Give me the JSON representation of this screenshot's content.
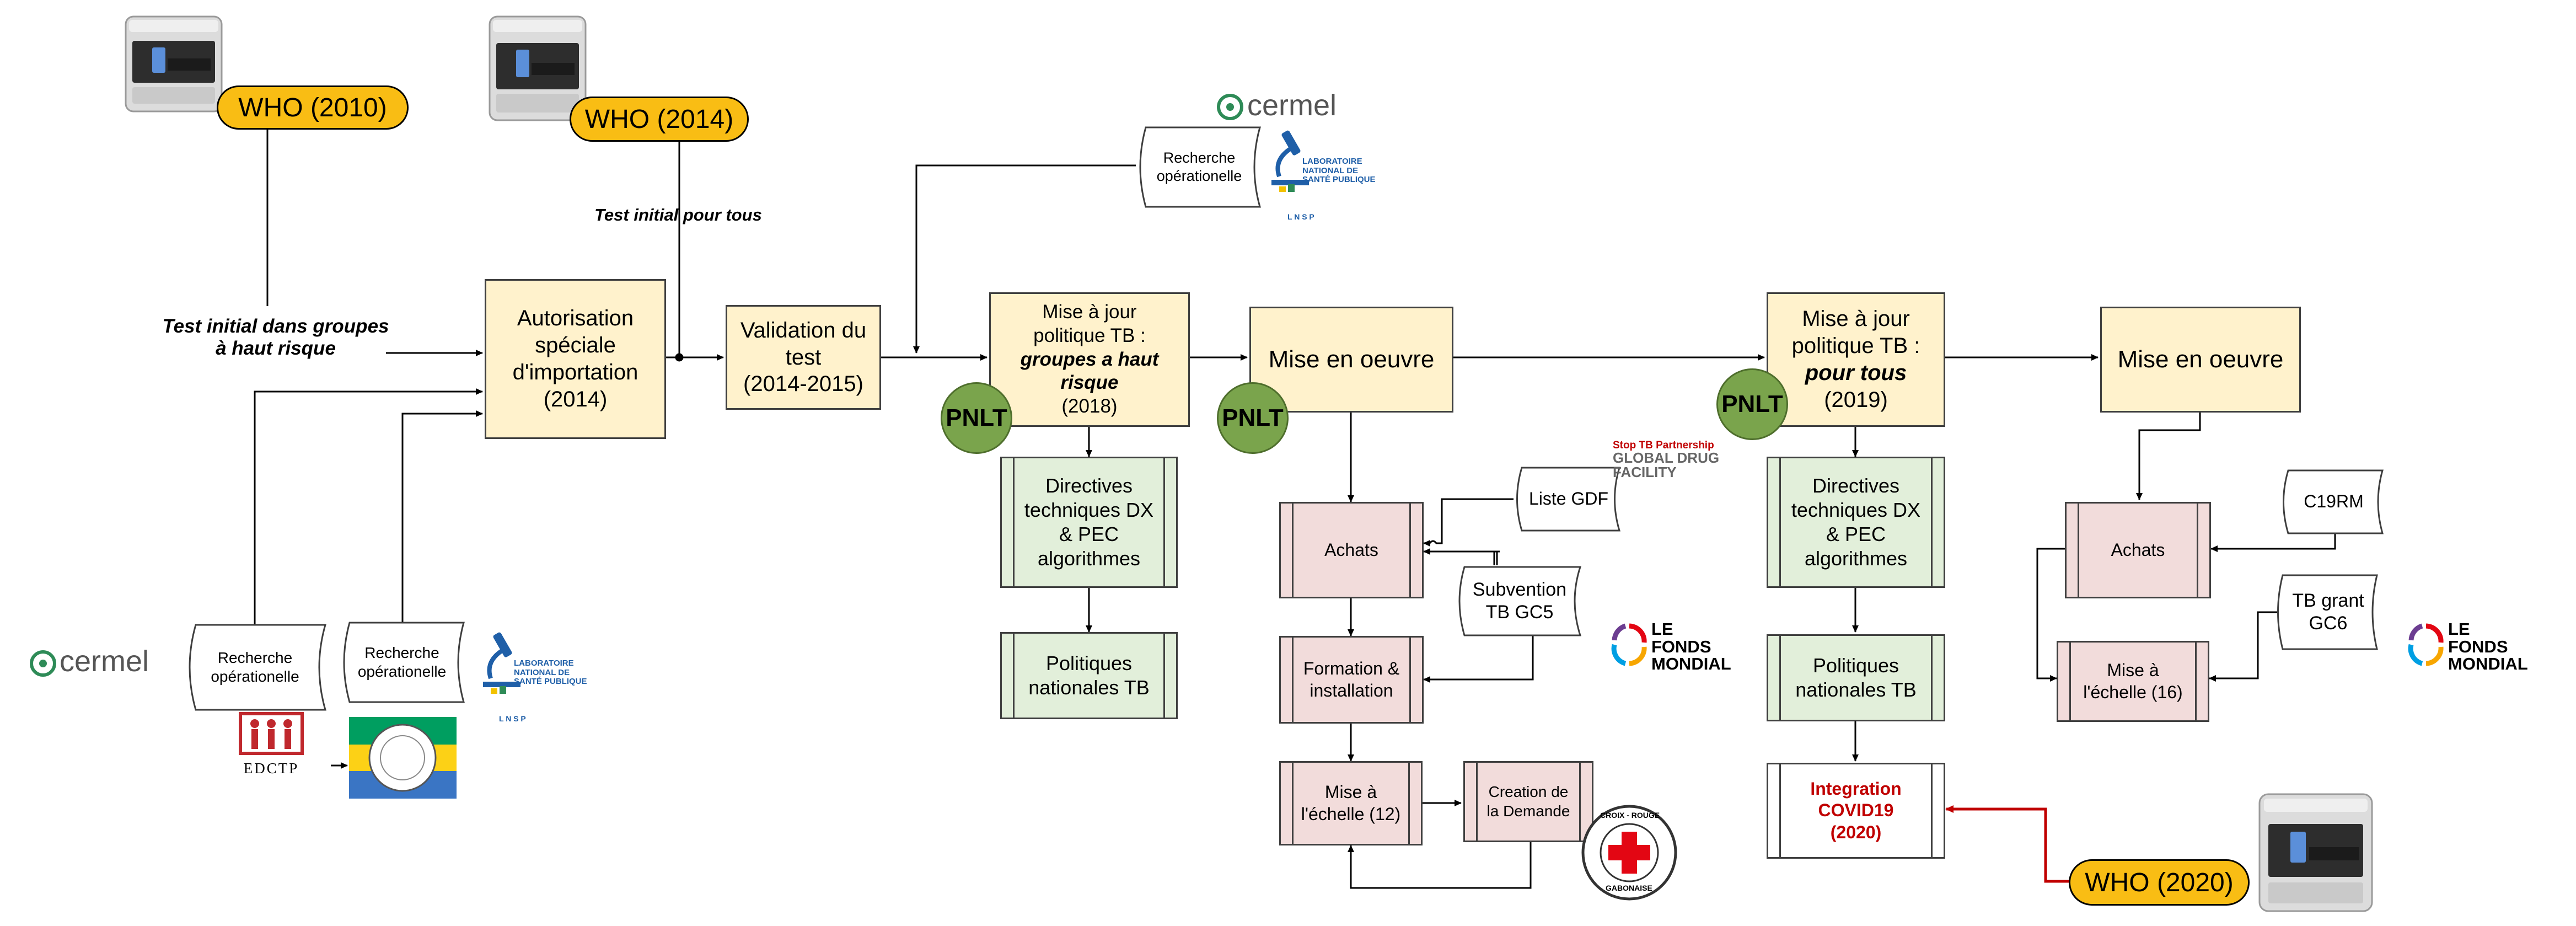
{
  "who": {
    "who2010": "WHO (2010)",
    "who2014": "WHO (2014)",
    "who2020": "WHO (2020)"
  },
  "labels": {
    "test_initial_groupes_line1": "Test initial dans groupes",
    "test_initial_groupes_line2": "à haut risque",
    "test_initial_pour_tous": "Test initial pour tous"
  },
  "boxes": {
    "autorisation": {
      "l1": "Autorisation",
      "l2": "spéciale",
      "l3": "d'importation",
      "l4": "(2014)"
    },
    "validation": {
      "l1": "Validation du",
      "l2": "test",
      "l3": "(2014-2015)"
    },
    "maj2018": {
      "l1": "Mise à jour",
      "l2": "politique TB :",
      "l3": "groupes a haut",
      "l4": "risque",
      "l5": "(2018)"
    },
    "mise_oeuvre1": "Mise en oeuvre",
    "maj2019": {
      "l1": "Mise à jour",
      "l2": "politique TB :",
      "l3": "pour tous",
      "l4": "(2019)"
    },
    "mise_oeuvre2": "Mise en oeuvre",
    "directives1": {
      "l1": "Directives",
      "l2": "techniques DX",
      "l3": "& PEC",
      "l4": "algorithmes"
    },
    "politiques1": {
      "l1": "Politiques",
      "l2": "nationales TB"
    },
    "directives2": {
      "l1": "Directives",
      "l2": "techniques DX",
      "l3": "& PEC",
      "l4": "algorithmes"
    },
    "politiques2": {
      "l1": "Politiques",
      "l2": "nationales TB"
    },
    "achats1": "Achats",
    "formation": {
      "l1": "Formation &",
      "l2": "installation"
    },
    "echelle12": {
      "l1": "Mise à",
      "l2": "l'échelle (12)"
    },
    "creation": {
      "l1": "Creation de",
      "l2": "la Demande"
    },
    "integration": {
      "l1": "Integration",
      "l2": "COVID19",
      "l3": "(2020)"
    },
    "achats2": "Achats",
    "echelle16": {
      "l1": "Mise à",
      "l2": "l'échelle (16)"
    }
  },
  "tapes": {
    "recherche_top": {
      "l1": "Recherche",
      "l2": "opérationelle"
    },
    "recherche_left1": {
      "l1": "Recherche",
      "l2": "opérationelle"
    },
    "recherche_left2": {
      "l1": "Recherche",
      "l2": "opérationelle"
    },
    "liste_gdf": "Liste GDF",
    "subvention": {
      "l1": "Subvention",
      "l2": "TB  GC5"
    },
    "c19rm": "C19RM",
    "tb_grant": {
      "l1": "TB grant",
      "l2": "GC6"
    }
  },
  "pnlt": "PNLT",
  "logos": {
    "cermel": "cermel",
    "lnsp": {
      "l1": "LABORATOIRE",
      "l2": "NATIONAL DE",
      "l3": "SANTÉ PUBLIQUE",
      "l4": "L N S P"
    },
    "edctp": "EDCTP",
    "fonds": {
      "l1": "LE",
      "l2": "FONDS",
      "l3": "MONDIAL"
    },
    "gdf": {
      "l1": "Stop TB Partnership",
      "l2": "GLOBAL DRUG",
      "l3": "FACILITY"
    },
    "croix_rouge": {
      "top": "CROIX - ROUGE",
      "bottom": "GABONAISE"
    }
  }
}
